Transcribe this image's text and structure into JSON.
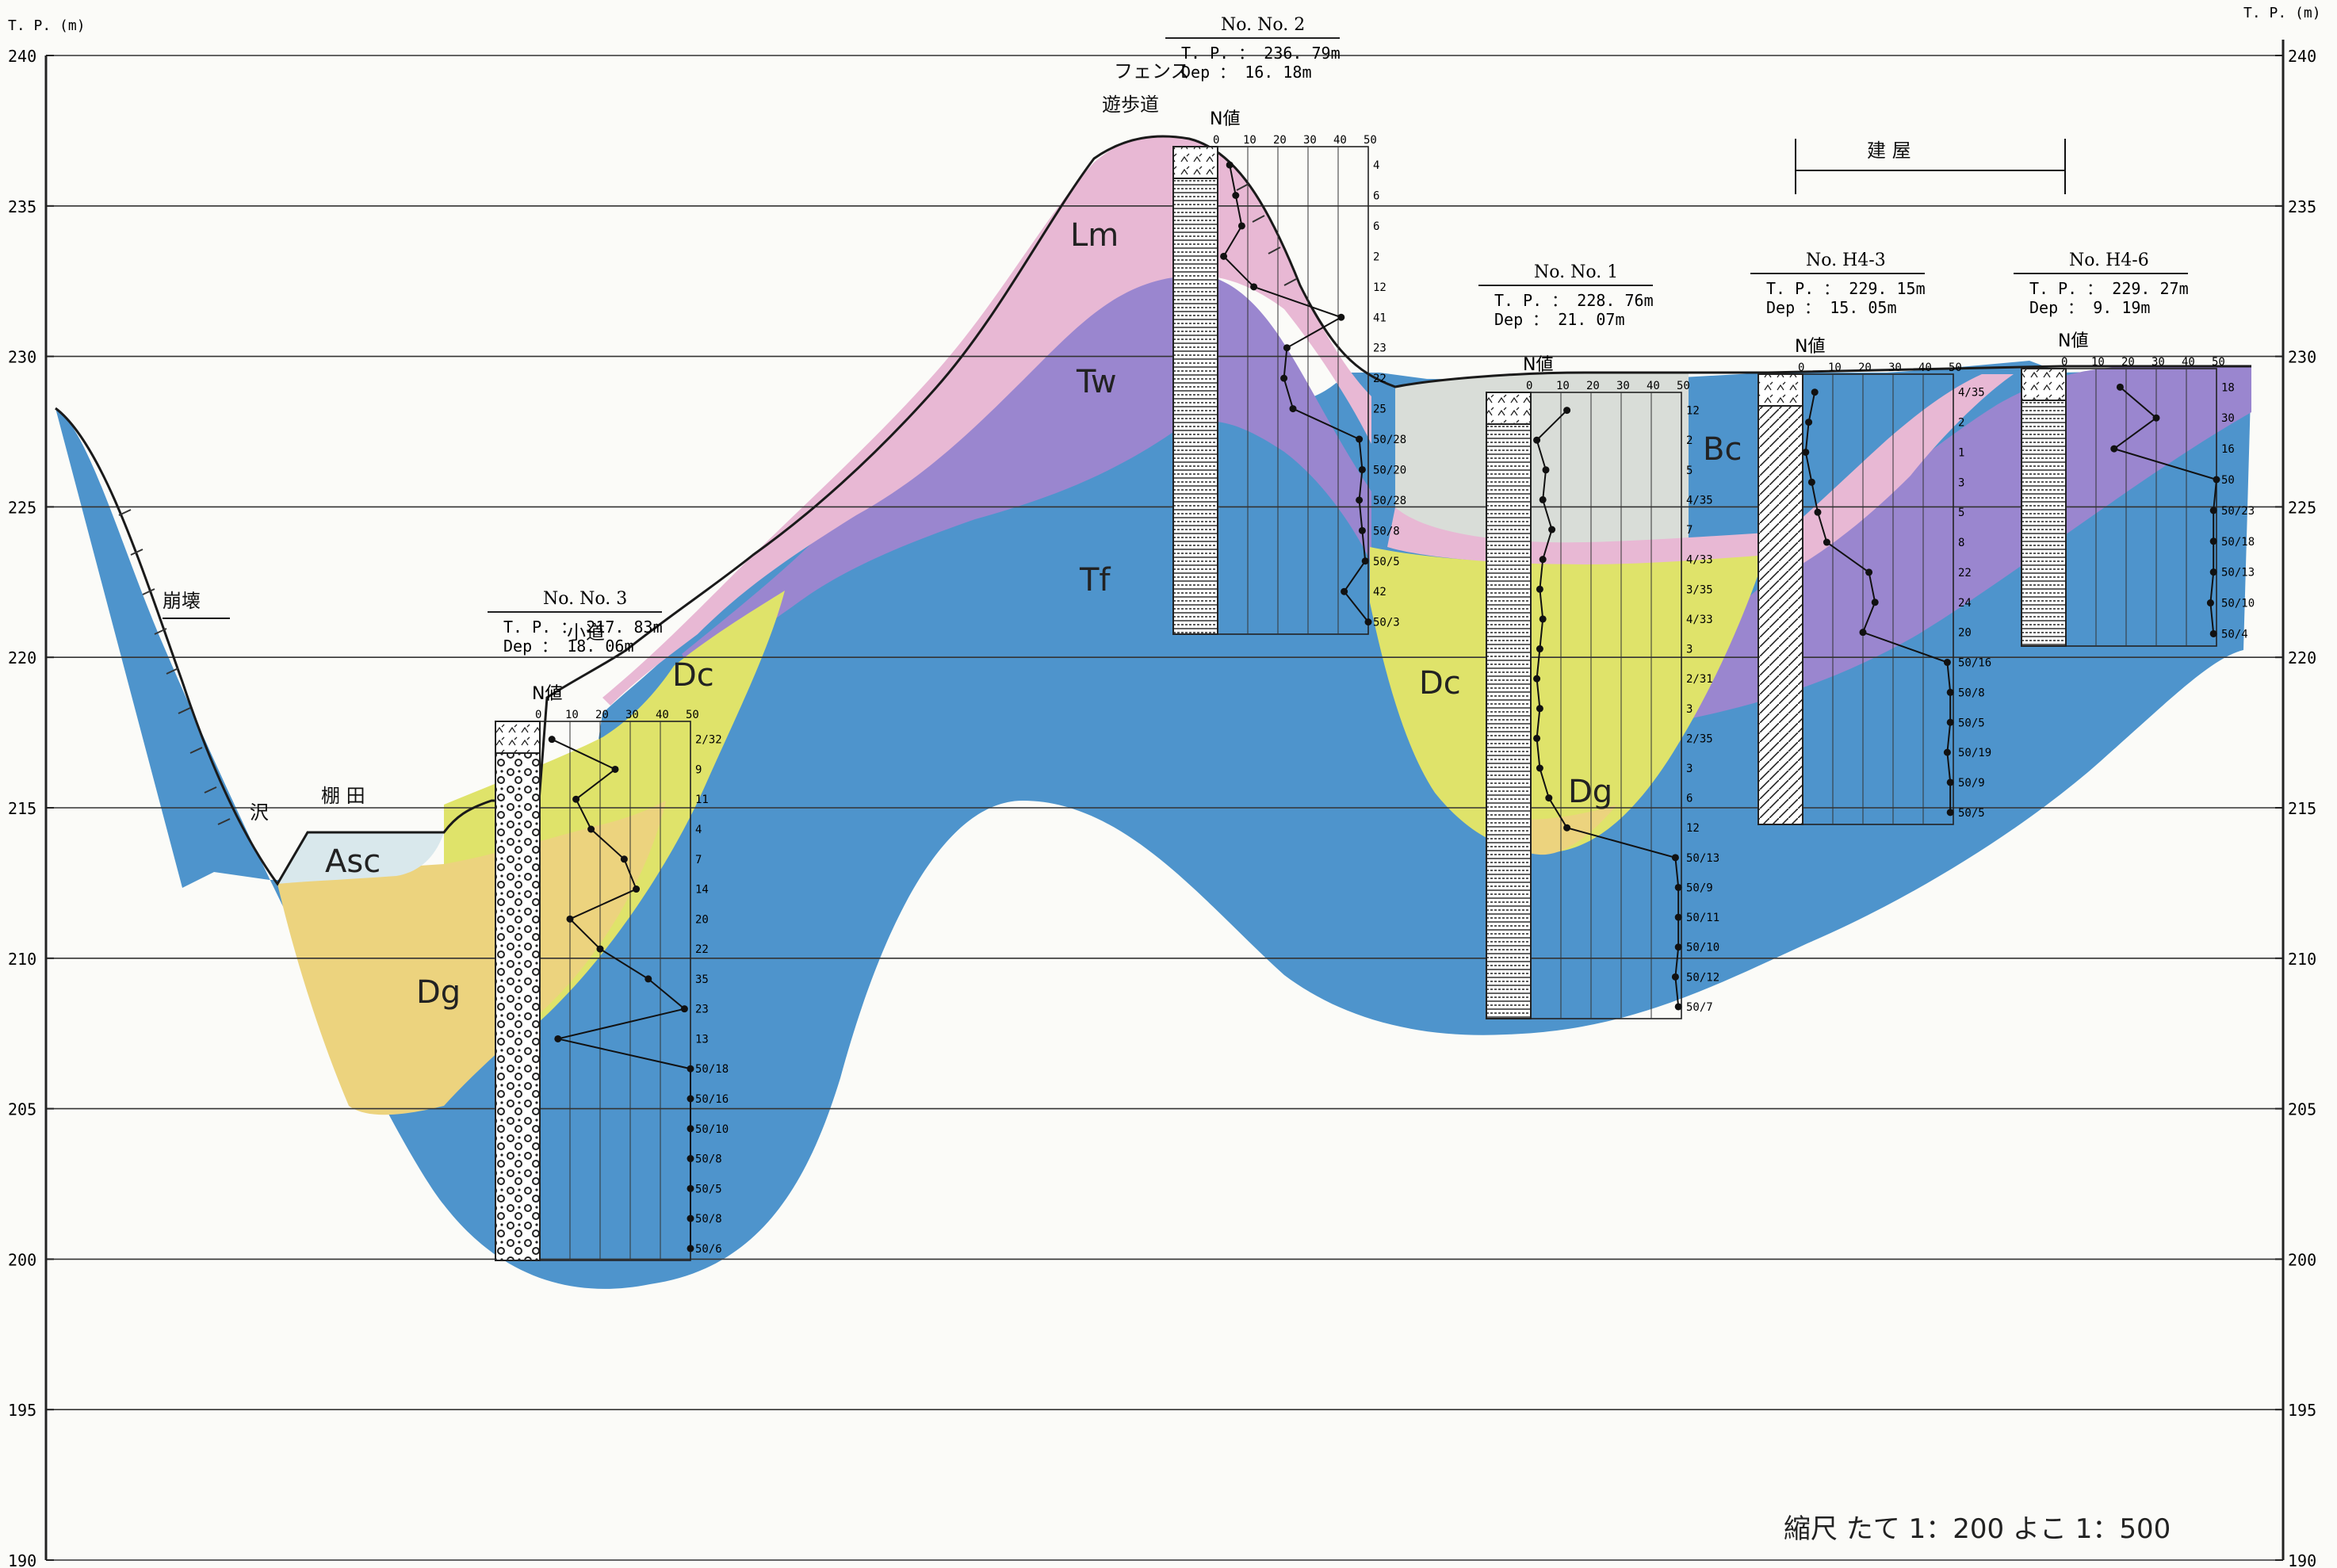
{
  "axis": {
    "unit_label_left": "T. P. (m)",
    "unit_label_right": "T. P. (m)",
    "levels": [
      240,
      235,
      230,
      225,
      220,
      215,
      210,
      205,
      200,
      195,
      190
    ]
  },
  "scale_note": "縮尺  たて 1：200  よこ 1：500",
  "site_labels": {
    "collapse": "崩壊",
    "stream": "沢",
    "terraced_field": "棚 田",
    "path": "小道",
    "fence": "フェンス",
    "promenade": "遊歩道",
    "building": "建      屋"
  },
  "layers": {
    "Lm": {
      "label": "Lm",
      "color": "#e8b8d4"
    },
    "Tw": {
      "label": "Tw",
      "color": "#9a86cf"
    },
    "Tf": {
      "label": "Tf",
      "color": "#4e94cc"
    },
    "Dc": {
      "label": "Dc",
      "color": "#dfe36a"
    },
    "Dg": {
      "label": "Dg",
      "color": "#ecd37e"
    },
    "Asc": {
      "label": "Asc",
      "color": "#d9e8ec"
    },
    "Bc": {
      "label": "Bc",
      "color": "#d9ddd8"
    }
  },
  "boreholes": [
    {
      "id": "no3",
      "name": "No. No. 3",
      "tp": "T. P. ： 217. 83m",
      "dep": "Dep ： 18. 06m",
      "n_label": "N値",
      "scale": [
        "0",
        "10",
        "20",
        "30",
        "40",
        "50"
      ],
      "n_values": [
        "2/32",
        "9",
        "11",
        "4",
        "7",
        "14",
        "20",
        "22",
        "35",
        "23",
        "13",
        "50/18",
        "50/16",
        "50/10",
        "50/8",
        "50/5",
        "50/8",
        "50/6"
      ]
    },
    {
      "id": "no2",
      "name": "No. No. 2",
      "tp": "T. P. ： 236. 79m",
      "dep": "Dep ： 16. 18m",
      "n_label": "N値",
      "scale": [
        "0",
        "10",
        "20",
        "30",
        "40",
        "50"
      ],
      "n_values": [
        "4",
        "6",
        "6",
        "2",
        "12",
        "41",
        "23",
        "22",
        "25",
        "50/28",
        "50/20",
        "50/28",
        "50/8",
        "50/5",
        "42",
        "50/3"
      ]
    },
    {
      "id": "no1",
      "name": "No. No. 1",
      "tp": "T. P. ： 228. 76m",
      "dep": "Dep ： 21. 07m",
      "n_label": "N値",
      "scale": [
        "0",
        "10",
        "20",
        "30",
        "40",
        "50"
      ],
      "n_values": [
        "12",
        "2",
        "5",
        "4/35",
        "7",
        "4/33",
        "3/35",
        "4/33",
        "3",
        "2/31",
        "3",
        "2/35",
        "3",
        "6",
        "12",
        "50/13",
        "50/9",
        "50/11",
        "50/10",
        "50/12",
        "50/7"
      ]
    },
    {
      "id": "h43",
      "name": "No. H4-3",
      "tp": "T. P. ： 229. 15m",
      "dep": "Dep ： 15. 05m",
      "n_label": "N値",
      "scale": [
        "0",
        "10",
        "20",
        "30",
        "40",
        "50"
      ],
      "n_values": [
        "4/35",
        "2",
        "1",
        "3",
        "5",
        "8",
        "22",
        "24",
        "20",
        "50/16",
        "50/8",
        "50/5",
        "50/19",
        "50/9",
        "50/5"
      ]
    },
    {
      "id": "h46",
      "name": "No. H4-6",
      "tp": "T. P. ： 229. 27m",
      "dep": "Dep ： 9. 19m",
      "n_label": "N値",
      "scale": [
        "0",
        "10",
        "20",
        "30",
        "40",
        "50"
      ],
      "n_values": [
        "18",
        "30",
        "16",
        "50",
        "50/23",
        "50/18",
        "50/13",
        "50/10",
        "50/4"
      ]
    }
  ]
}
